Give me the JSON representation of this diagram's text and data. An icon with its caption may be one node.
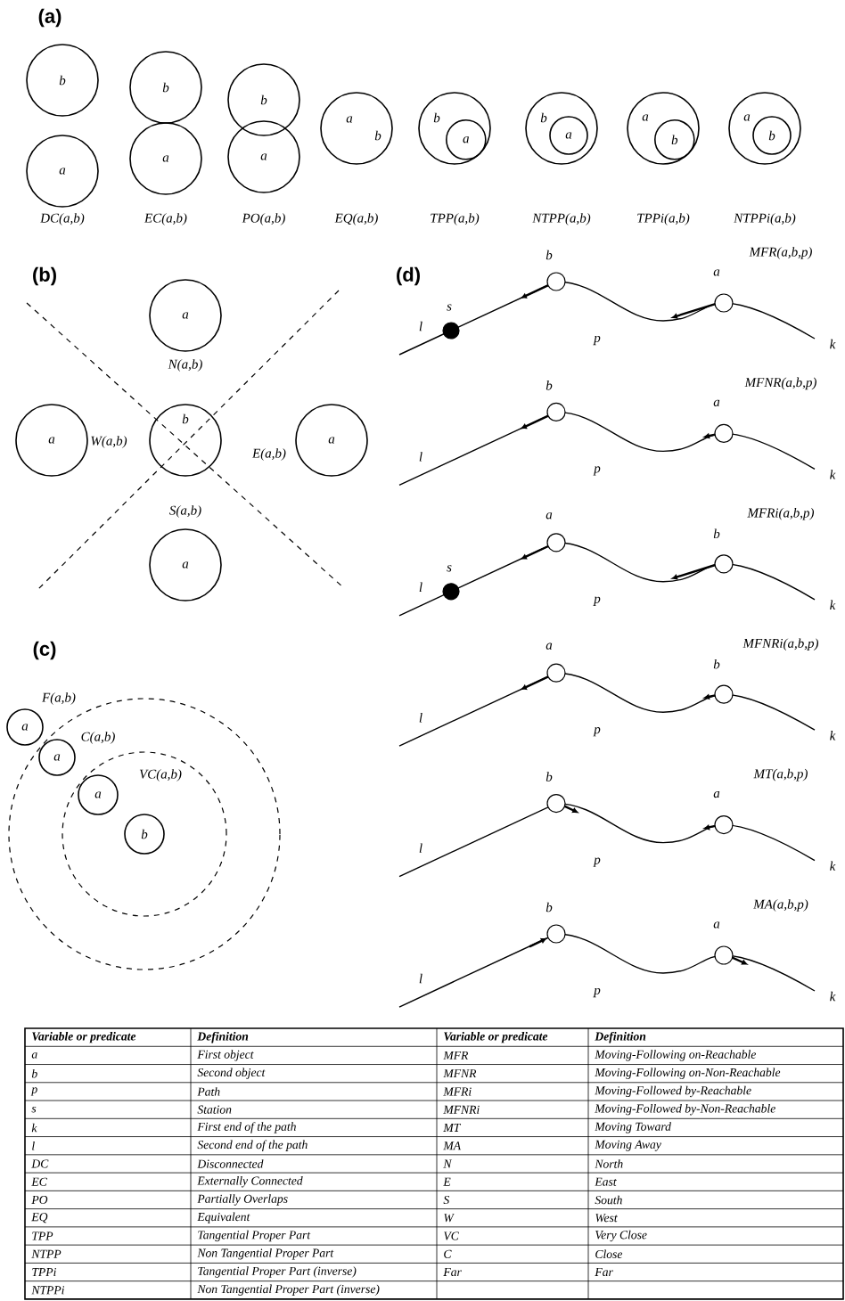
{
  "diagram": {
    "nodes": [
      {
        "text": [
          "b"
        ]
      },
      {
        "text": [
          "a"
        ]
      },
      {
        "text": [
          "b"
        ]
      },
      {
        "text": [
          "a"
        ]
      },
      {
        "text": [
          "b"
        ]
      },
      {
        "text": [
          "a"
        ]
      },
      {
        "text": [
          "a",
          "b"
        ]
      },
      {
        "text": [
          "b"
        ]
      },
      {
        "text": [
          "a"
        ],
        "in": 7
      },
      {
        "text": [
          "b"
        ]
      },
      {
        "text": [
          "a"
        ],
        "in": 9
      },
      {
        "text": [
          "a"
        ]
      },
      {
        "text": [
          "b"
        ],
        "in": 11
      },
      {
        "text": [
          "a"
        ]
      },
      {
        "text": [
          "b"
        ],
        "in": 13
      },
      {
        "text": [
          "a"
        ]
      },
      {
        "text": [
          "a"
        ]
      },
      {
        "text": [
          "b"
        ]
      },
      {
        "text": [
          "a"
        ]
      },
      {
        "text": [
          "a"
        ]
      },
      {
        "text": [
          "a"
        ]
      },
      {
        "text": [],
        "shape": "circle"
      },
      {
        "text": [
          "a"
        ],
        "in": 21
      },
      {
        "text": [],
        "shape": "circle",
        "in": 21
      },
      {
        "text": [
          "a"
        ],
        "in": 23
      },
      {
        "text": [
          "b"
        ],
        "in": 23
      },
      {
        "text": [
          "s"
        ]
      },
      {
        "text": [
          "b"
        ]
      },
      {
        "text": [
          "a"
        ]
      },
      {
        "text": [
          "b"
        ]
      },
      {
        "text": [
          "a"
        ]
      },
      {
        "text": [
          "s"
        ]
      },
      {
        "text": [
          "a"
        ]
      },
      {
        "text": [
          "b"
        ]
      },
      {
        "text": [
          "a"
        ]
      },
      {
        "text": [
          "b"
        ]
      },
      {
        "text": [
          "b"
        ]
      },
      {
        "text": [
          "a"
        ]
      },
      {
        "text": [
          "b"
        ]
      },
      {
        "text": [
          "a"
        ]
      }
    ],
    "labels": [
      "(a)",
      "DC(a,b)",
      "EC(a,b)",
      "PO(a,b)",
      "EQ(a,b)",
      "TPP(a,b)",
      "NTPP(a,b)",
      "TPPi(a,b)",
      "NTPPi(a,b)",
      "(b)",
      "N(a,b)",
      "W(a,b)",
      "E(a,b)",
      "S(a,b)",
      "(c)",
      "F(a,b)",
      "C(a,b)",
      "VC(a,b)",
      "(d)",
      "MFR(a,b,p)",
      "l",
      "p",
      "k",
      "MFNR(a,b,p)",
      "l",
      "p",
      "k",
      "MFRi(a,b,p)",
      "l",
      "p",
      "k",
      "MFNRi(a,b,p)",
      "l",
      "p",
      "k",
      "MT(a,b,p)",
      "l",
      "p",
      "k",
      "MA(a,b,p)",
      "l",
      "p",
      "k",
      "Variable or predicate",
      "Definition",
      "Variable or predicate",
      "Definition",
      "a",
      "First object",
      "MFR",
      "Moving-Following on-Reachable",
      "b",
      "Second object",
      "MFNR",
      "Moving-Following on-Non-Reachable",
      "p",
      "Path",
      "MFRi",
      "Moving-Followed by-Reachable",
      "s",
      "Station",
      "MFNRi",
      "Moving-Followed by-Non-Reachable",
      "k",
      "First end of the path",
      "MT",
      "Moving Toward",
      "l",
      "Second end of the path",
      "MA",
      "Moving Away",
      "DC",
      "Disconnected",
      "N",
      "North",
      "EC",
      "Externally Connected",
      "E",
      "East",
      "PO",
      "Partially Overlaps",
      "S",
      "South",
      "EQ",
      "Equivalent",
      "W",
      "West",
      "TPP",
      "Tangential Proper Part",
      "VC",
      "Very Close",
      "NTPP",
      "Non Tangential Proper Part",
      "C",
      "Close",
      "TPPi",
      "Tangential Proper Part (inverse)",
      "Far",
      "Far",
      "NTPPi",
      "Non Tangential Proper Part (inverse)"
    ]
  }
}
